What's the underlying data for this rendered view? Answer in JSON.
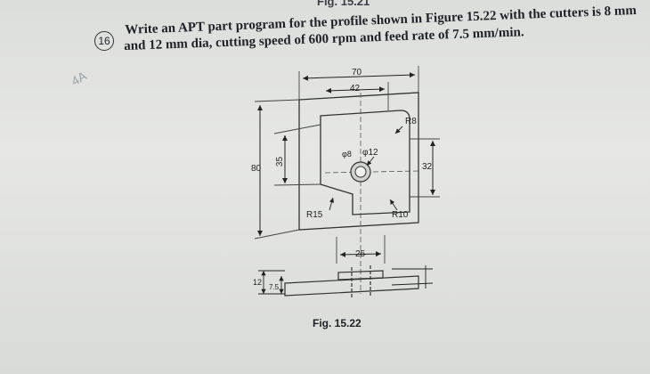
{
  "header": {
    "figure_label": "Fig. 15.21"
  },
  "question": {
    "number": "16",
    "line1": "Write an APT part program for the profile shown in Figure 15.22 with the cutters is 8 mm",
    "line2": "and 12 mm dia, cutting speed of 600 rpm and feed rate of 7.5 mm/min."
  },
  "margin_note": "4A",
  "drawing": {
    "dim_overall_width": "70",
    "dim_inner_width": "42",
    "dim_overall_height": "80",
    "dim_left_height": "35",
    "dim_right_height": "32",
    "dim_boss": "25",
    "radius_top_right": "R8",
    "radius_bottom_left": "R15",
    "radius_bottom_right": "R10",
    "hole_small": "φ8",
    "hole_large": "φ12",
    "thickness_base": "12",
    "thickness_top": "7.5",
    "caption": "Fig. 15.22"
  }
}
